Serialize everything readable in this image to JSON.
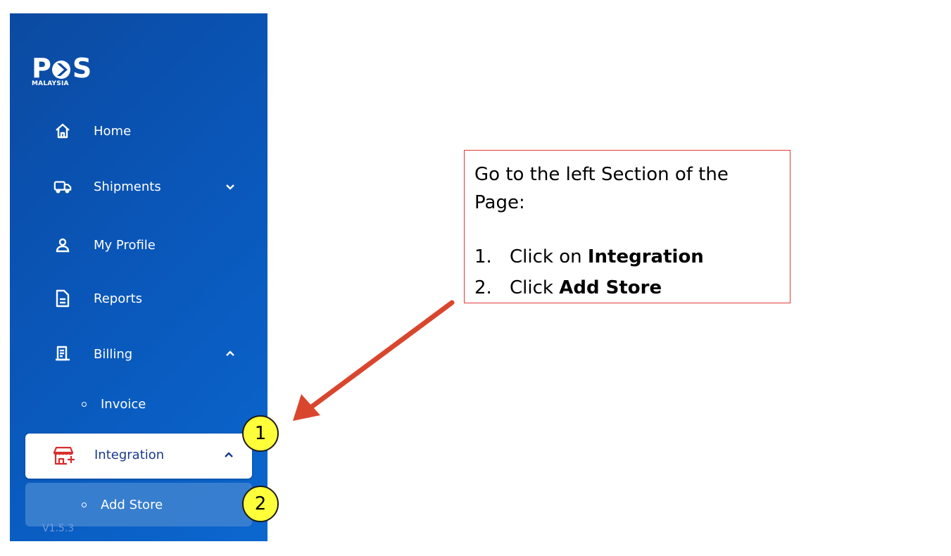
{
  "logo": {
    "word": "POS",
    "sub": "MALAYSIA"
  },
  "nav": {
    "home": "Home",
    "shipments": "Shipments",
    "profile": "My Profile",
    "reports": "Reports",
    "billing": "Billing",
    "invoice": "Invoice",
    "integration": "Integration",
    "add_store": "Add Store"
  },
  "version": "V1.5.3",
  "callout": {
    "intro": "Go to the left Section of the Page:",
    "step1_num": "1.",
    "step1_pre": "Click on ",
    "step1_bold": "Integration",
    "step2_num": "2.",
    "step2_pre": "Click ",
    "step2_bold": "Add Store"
  },
  "badges": {
    "one": "1",
    "two": "2"
  },
  "colors": {
    "sidebar_start": "#0b4aa1",
    "sidebar_end": "#0b67cf",
    "integration_icon": "#d62b2b",
    "integration_text": "#1a3b8c",
    "callout_border": "#e03a3a",
    "arrow": "#d9462e",
    "badge_fill": "#ffff3a"
  },
  "icons": {
    "home": "home-icon",
    "shipments": "truck-icon",
    "profile": "user-icon",
    "reports": "document-icon",
    "billing": "receipt-icon",
    "integration": "store-icon"
  }
}
